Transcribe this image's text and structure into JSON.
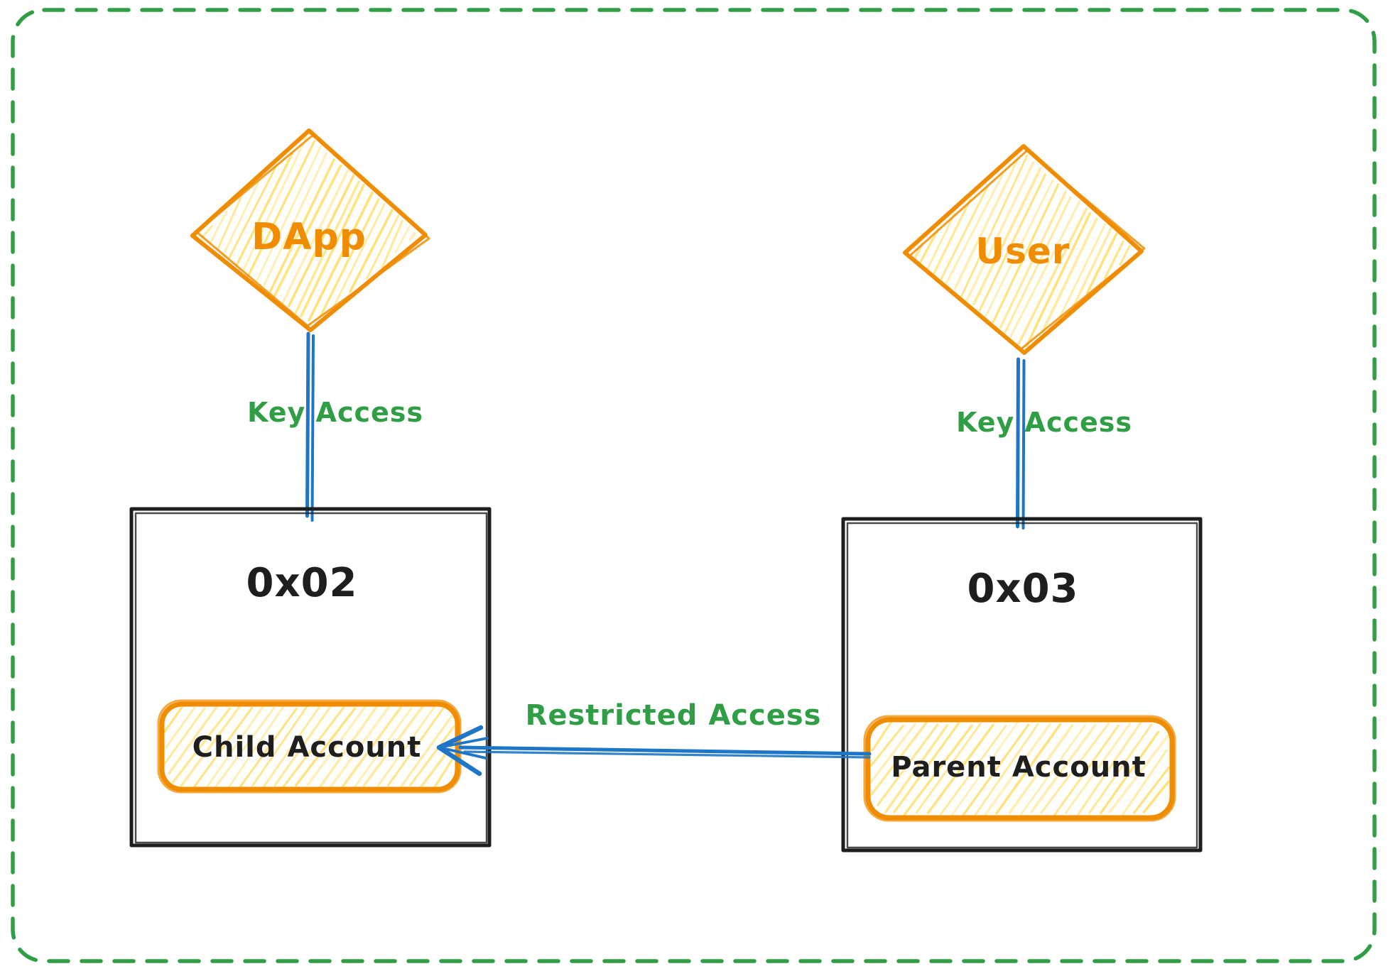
{
  "palette": {
    "orange": "#f08c00",
    "green": "#2f9e44",
    "blue": "#1d76c7",
    "ink": "#1e1e1e",
    "hatch": "#ffd43b",
    "background": "#ffffff"
  },
  "nodes": {
    "dapp": {
      "label": "DApp"
    },
    "user": {
      "label": "User"
    },
    "box02": {
      "label": "0x02",
      "child_label": "Child Account"
    },
    "box03": {
      "label": "0x03",
      "child_label": "Parent Account"
    }
  },
  "edges": {
    "dapp_key": {
      "label": "Key Access"
    },
    "user_key": {
      "label": "Key Access"
    },
    "restricted": {
      "label": "Restricted Access"
    }
  }
}
